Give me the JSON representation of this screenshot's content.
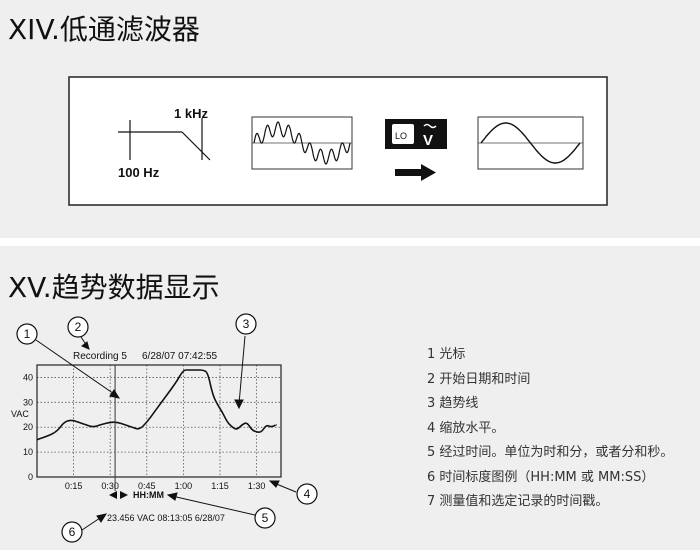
{
  "section1": {
    "title": "XIV.低通滤波器",
    "filter_cutoff_high": "1 kHz",
    "filter_cutoff_low": "100 Hz",
    "mode_icon_lo": "LO",
    "mode_icon_v": "V"
  },
  "section2": {
    "title": "XV.趋势数据显示",
    "recording_label": "Recording 5",
    "start_datetime": "6/28/07 07:42:55",
    "y_axis_label": "VAC",
    "y_ticks": [
      "0",
      "10",
      "20",
      "30",
      "40"
    ],
    "x_ticks": [
      "0:15",
      "0:30",
      "0:45",
      "1:00",
      "1:15",
      "1:30"
    ],
    "time_scale_legend": "HH:MM",
    "cursor_readout": "23.456 VAC 08:13:05 6/28/07",
    "callouts": [
      "1",
      "2",
      "3",
      "4",
      "5",
      "6"
    ],
    "legend_items": [
      "1 光标",
      "2 开始日期和时间",
      "3 趋势线",
      "4 缩放水平。",
      "5 经过时间。单位为时和分，或者分和秒。",
      "6 时间标度图例（HH:MM 或 MM:SS）",
      "7 测量值和选定记录的时间戳。"
    ]
  },
  "chart_data": {
    "type": "line",
    "xlabel": "HH:MM",
    "ylabel": "VAC",
    "ylim": [
      0,
      45
    ],
    "x_ticks": [
      "0:15",
      "0:30",
      "0:45",
      "1:00",
      "1:15",
      "1:30"
    ],
    "y_ticks": [
      0,
      10,
      20,
      30,
      40
    ],
    "grid": true,
    "cursor_x": "0:32",
    "series": [
      {
        "x_min": [
          0,
          3,
          8,
          11,
          14,
          17,
          20,
          23,
          26,
          30,
          33,
          36,
          39,
          42,
          45,
          48,
          51,
          54,
          57,
          60,
          62,
          64,
          66,
          68,
          70,
          72,
          74,
          76,
          78,
          80,
          82,
          84,
          86,
          88,
          90,
          92,
          94,
          96,
          98
        ],
        "values": [
          15,
          16,
          18,
          22,
          23,
          22,
          21,
          20,
          21,
          22,
          22,
          21,
          20,
          19,
          22,
          26,
          30,
          34,
          38,
          43,
          43,
          43,
          43,
          43,
          42,
          33,
          29,
          26,
          22,
          20,
          19,
          21,
          22,
          19,
          18,
          18,
          21,
          20,
          21
        ]
      }
    ]
  }
}
